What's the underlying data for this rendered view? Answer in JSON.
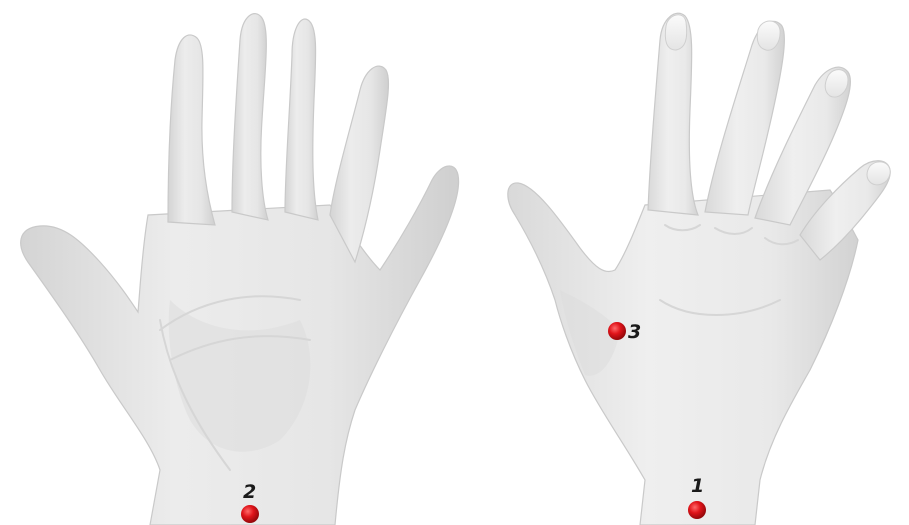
{
  "points": [
    {
      "id": "1",
      "label": "1",
      "color": "#e0141a"
    },
    {
      "id": "2",
      "label": "2",
      "color": "#e0141a"
    },
    {
      "id": "3",
      "label": "3",
      "color": "#e0141a"
    }
  ],
  "colors": {
    "skin_light": "#f2f2f2",
    "skin_mid": "#e2e2e2",
    "skin_dark": "#c8c8c8",
    "point_marker": "#e0141a",
    "label_text": "#1a1a1a"
  }
}
